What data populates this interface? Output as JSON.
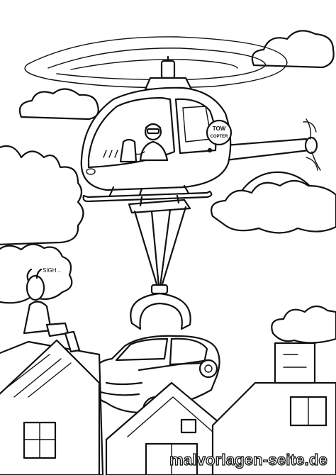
{
  "speech": {
    "text": "SIGH..."
  },
  "door": {
    "line1": "TOW",
    "line2": "COPTER"
  },
  "watermark": {
    "text": "malvorlagen-seite.de"
  }
}
